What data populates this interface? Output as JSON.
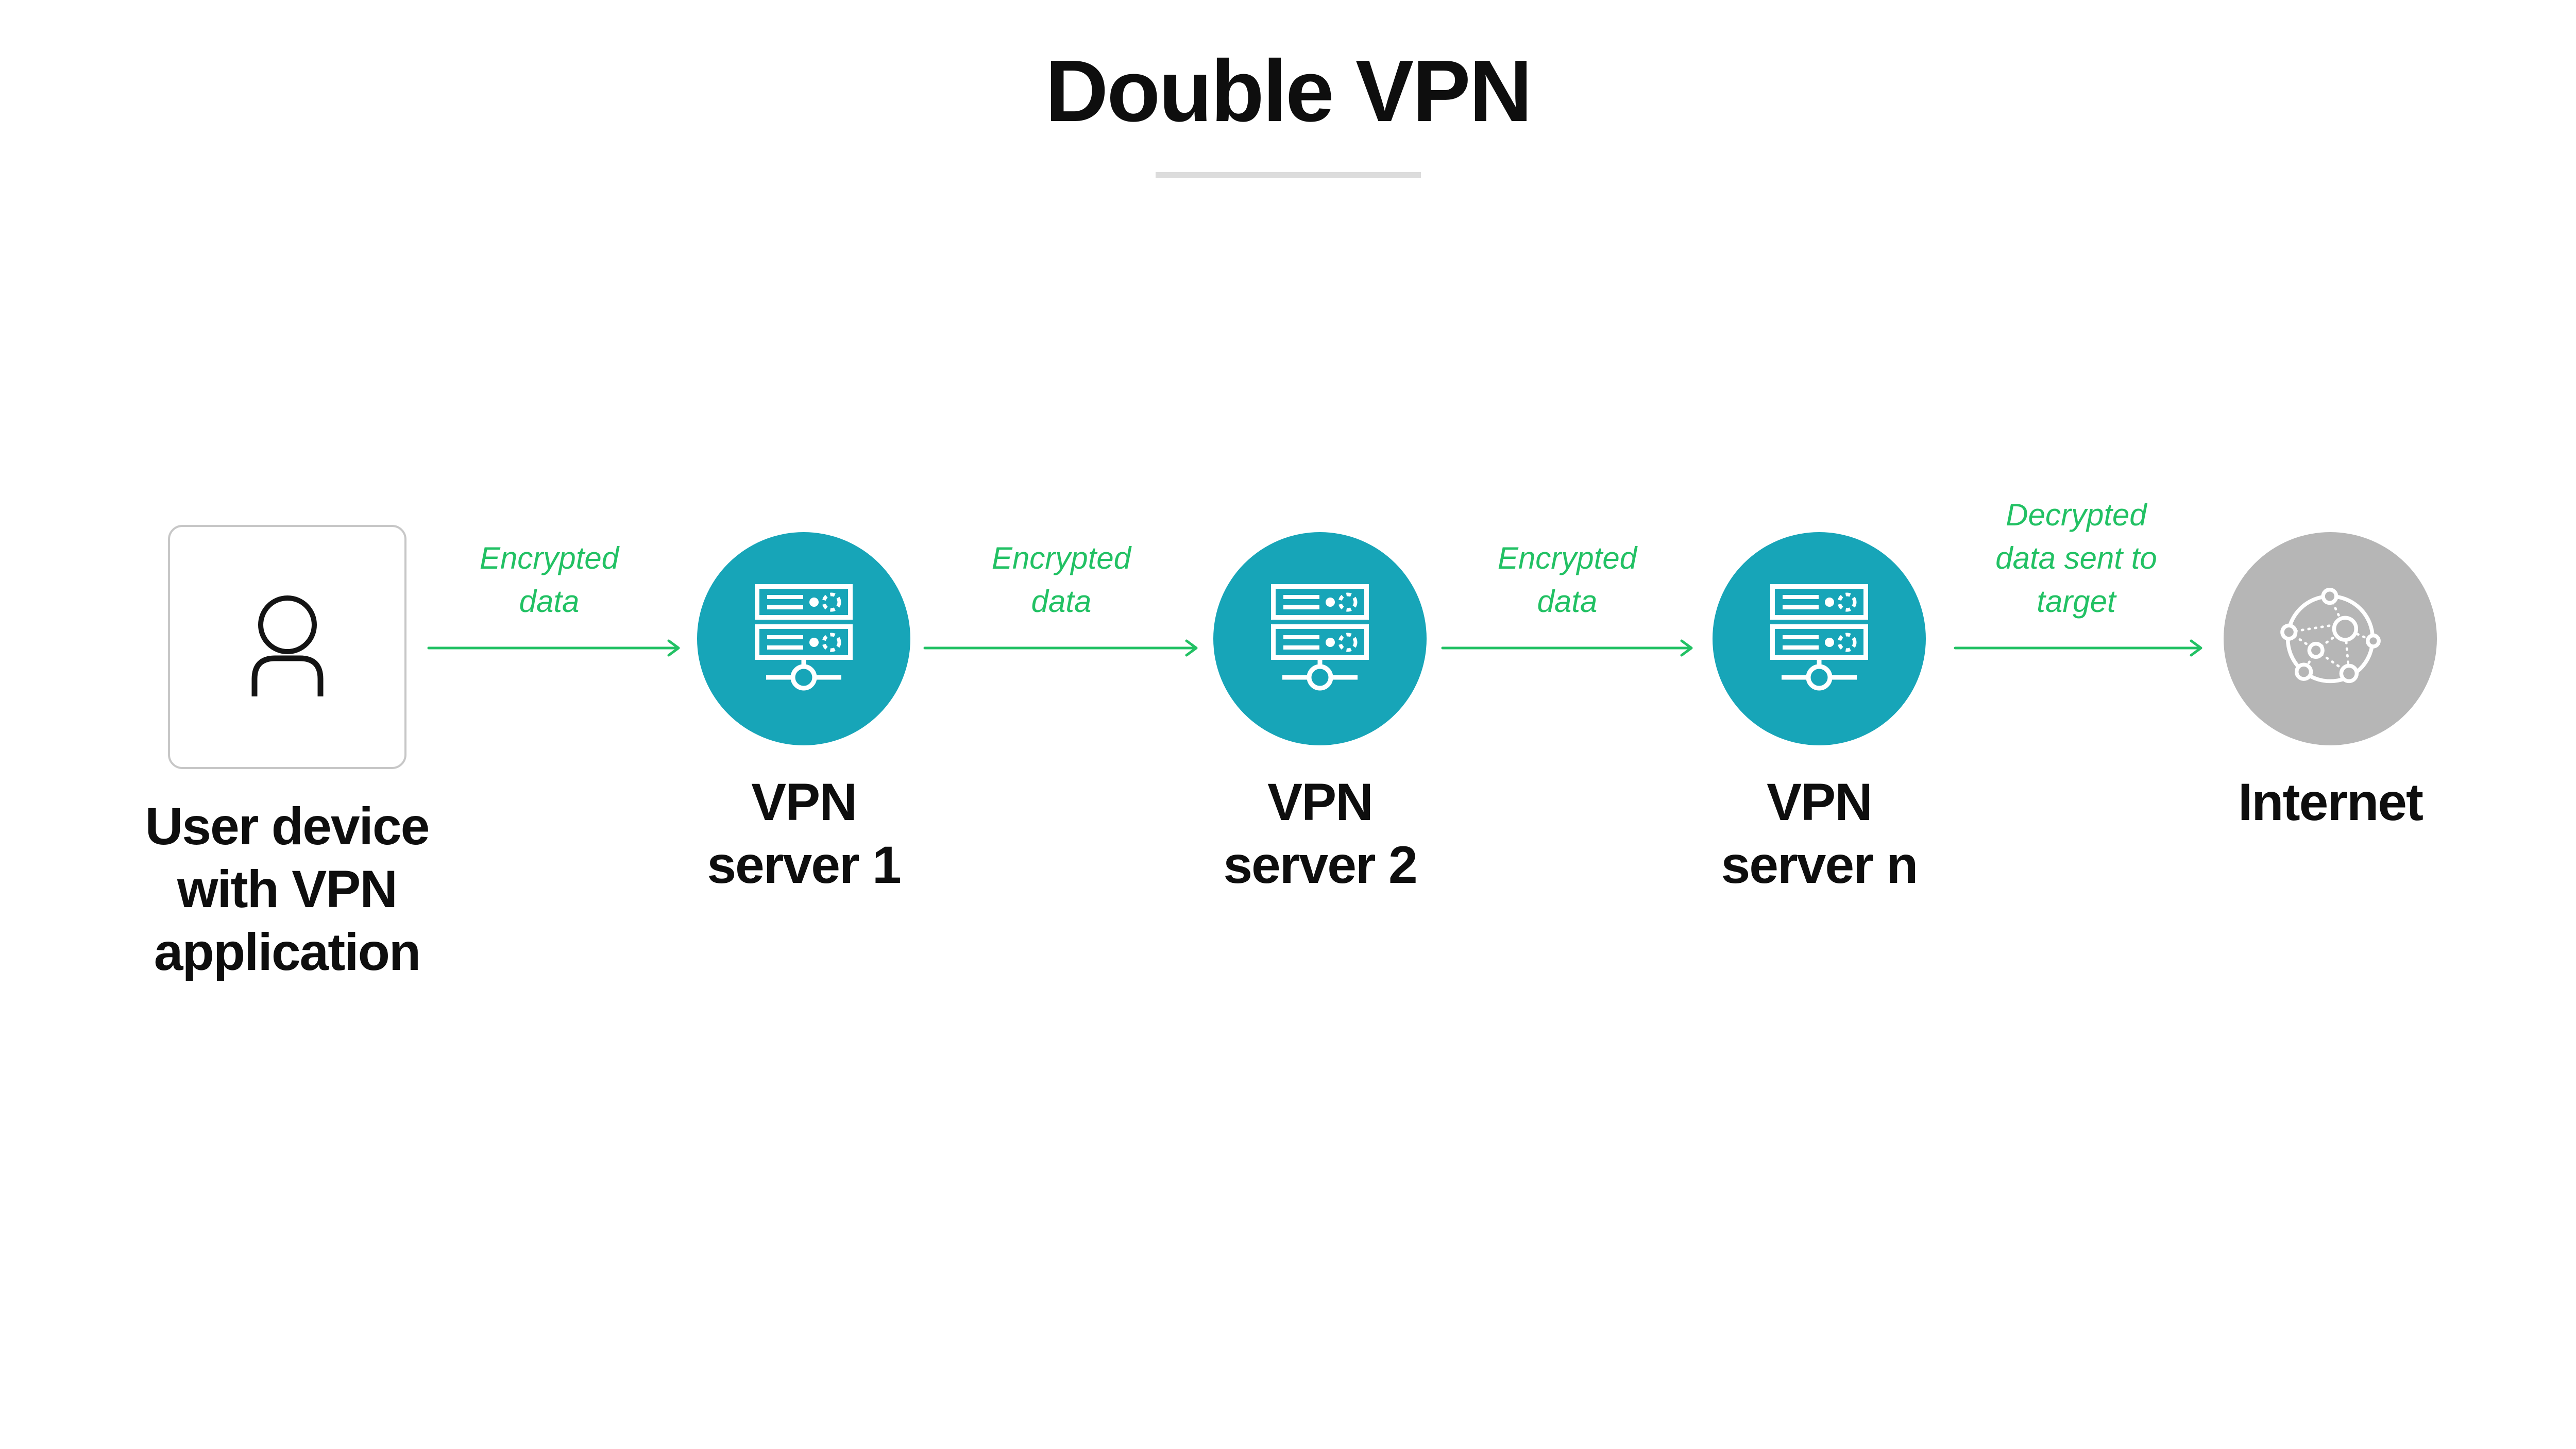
{
  "title": "Double VPN",
  "colors": {
    "teal": "#17a5b8",
    "gray": "#b6b6b6",
    "green": "#22c164",
    "text": "#0e0e0e",
    "box_border": "#c7c7c7",
    "underline": "#dcdcdc"
  },
  "nodes": [
    {
      "name": "user-device",
      "icon": "user-icon",
      "label_lines": [
        "User device",
        "with VPN",
        "application"
      ]
    },
    {
      "name": "vpn-server-1",
      "icon": "server-icon",
      "label_lines": [
        "VPN",
        "server 1"
      ]
    },
    {
      "name": "vpn-server-2",
      "icon": "server-icon",
      "label_lines": [
        "VPN",
        "server 2"
      ]
    },
    {
      "name": "vpn-server-n",
      "icon": "server-icon",
      "label_lines": [
        "VPN",
        "server n"
      ]
    },
    {
      "name": "internet",
      "icon": "globe-network-icon",
      "label_lines": [
        "Internet"
      ]
    }
  ],
  "flows": [
    {
      "label_lines": [
        "Encrypted",
        "data"
      ]
    },
    {
      "label_lines": [
        "Encrypted",
        "data"
      ]
    },
    {
      "label_lines": [
        "Encrypted",
        "data"
      ]
    },
    {
      "label_lines": [
        "Decrypted",
        "data sent to",
        "target"
      ]
    }
  ]
}
